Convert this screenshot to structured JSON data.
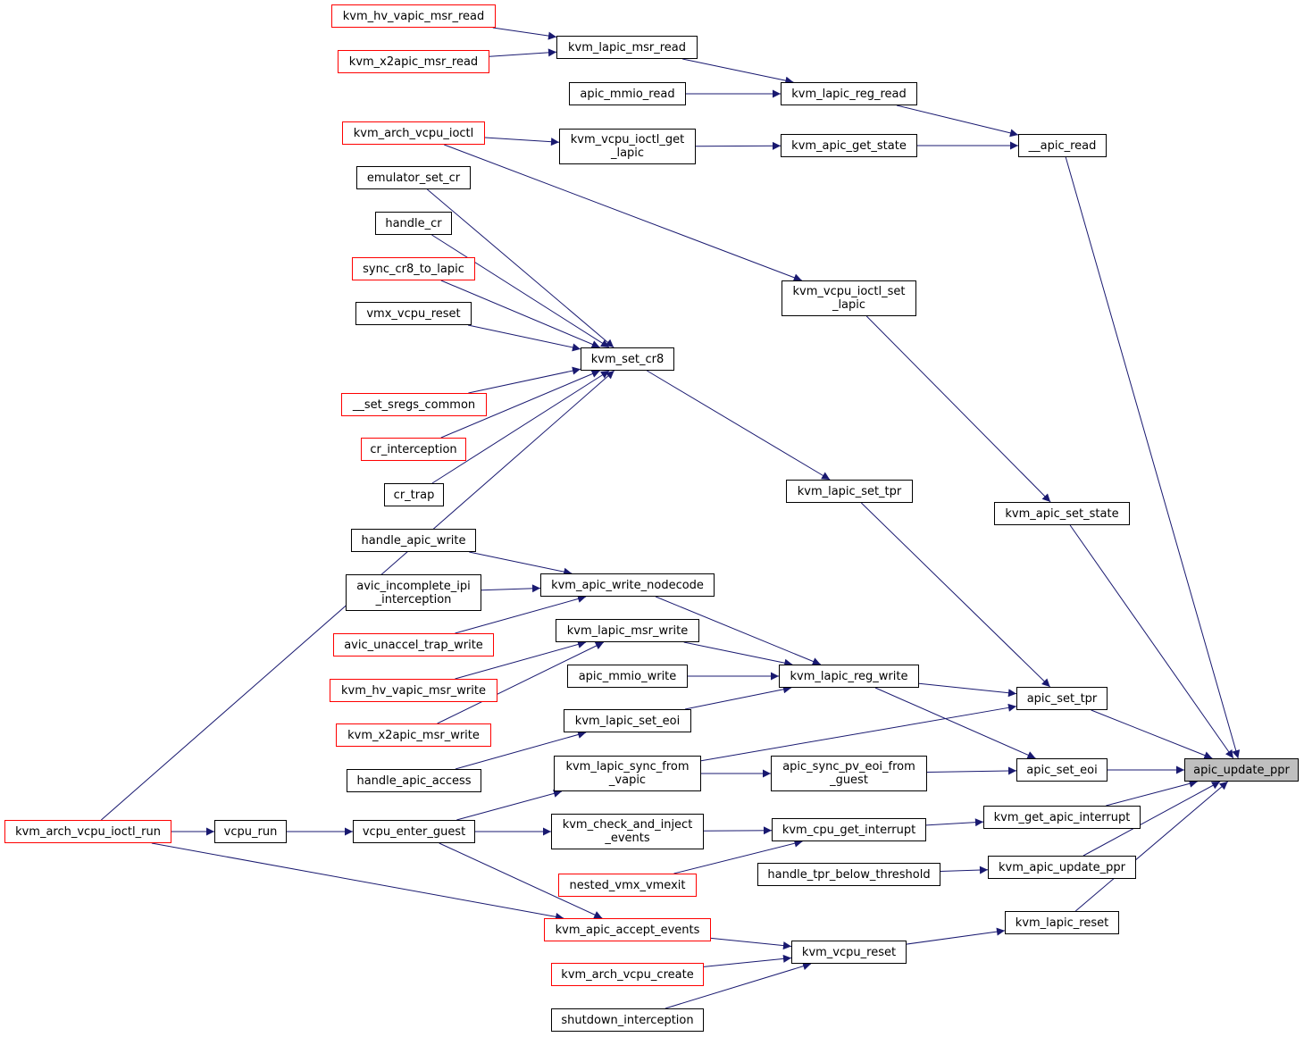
{
  "colors": {
    "edge": "#191970",
    "border": "#000000",
    "border_truncated": "#ff0000",
    "focus_fill": "#bfbfbf"
  },
  "focus_node": "apic_update_ppr",
  "nodes": {
    "n_hv_vapic_msr_read": {
      "label": "kvm_hv_vapic_msr_read",
      "truncated": true
    },
    "n_x2apic_msr_read": {
      "label": "kvm_x2apic_msr_read",
      "truncated": true
    },
    "n_lapic_msr_read": {
      "label": "kvm_lapic_msr_read",
      "truncated": false
    },
    "n_apic_mmio_read": {
      "label": "apic_mmio_read",
      "truncated": false
    },
    "n_lapic_reg_read": {
      "label": "kvm_lapic_reg_read",
      "truncated": false
    },
    "n_arch_vcpu_ioctl": {
      "label": "kvm_arch_vcpu_ioctl",
      "truncated": true
    },
    "n_vcpu_ioctl_get_lapic": {
      "label": "kvm_vcpu_ioctl_get\n_lapic",
      "truncated": false
    },
    "n_apic_get_state": {
      "label": "kvm_apic_get_state",
      "truncated": false
    },
    "n_apic_read": {
      "label": "__apic_read",
      "truncated": false
    },
    "n_emulator_set_cr": {
      "label": "emulator_set_cr",
      "truncated": false
    },
    "n_handle_cr": {
      "label": "handle_cr",
      "truncated": false
    },
    "n_sync_cr8": {
      "label": "sync_cr8_to_lapic",
      "truncated": true
    },
    "n_vmx_vcpu_reset": {
      "label": "vmx_vcpu_reset",
      "truncated": false
    },
    "n_kvm_set_cr8": {
      "label": "kvm_set_cr8",
      "truncated": false
    },
    "n_set_sregs_common": {
      "label": "__set_sregs_common",
      "truncated": true
    },
    "n_cr_interception": {
      "label": "cr_interception",
      "truncated": true
    },
    "n_cr_trap": {
      "label": "cr_trap",
      "truncated": false
    },
    "n_vcpu_ioctl_set_lapic": {
      "label": "kvm_vcpu_ioctl_set\n_lapic",
      "truncated": false
    },
    "n_lapic_set_tpr": {
      "label": "kvm_lapic_set_tpr",
      "truncated": false
    },
    "n_apic_set_state": {
      "label": "kvm_apic_set_state",
      "truncated": false
    },
    "n_handle_apic_write": {
      "label": "handle_apic_write",
      "truncated": false
    },
    "n_avic_incomplete_ipi": {
      "label": "avic_incomplete_ipi\n_interception",
      "truncated": false
    },
    "n_apic_write_nodecode": {
      "label": "kvm_apic_write_nodecode",
      "truncated": false
    },
    "n_avic_unaccel_trap_write": {
      "label": "avic_unaccel_trap_write",
      "truncated": true
    },
    "n_lapic_msr_write": {
      "label": "kvm_lapic_msr_write",
      "truncated": false
    },
    "n_hv_vapic_msr_write": {
      "label": "kvm_hv_vapic_msr_write",
      "truncated": true
    },
    "n_apic_mmio_write": {
      "label": "apic_mmio_write",
      "truncated": false
    },
    "n_lapic_reg_write": {
      "label": "kvm_lapic_reg_write",
      "truncated": false
    },
    "n_apic_set_tpr": {
      "label": "apic_set_tpr",
      "truncated": false
    },
    "n_x2apic_msr_write": {
      "label": "kvm_x2apic_msr_write",
      "truncated": true
    },
    "n_lapic_set_eoi": {
      "label": "kvm_lapic_set_eoi",
      "truncated": false
    },
    "n_handle_apic_access": {
      "label": "handle_apic_access",
      "truncated": false
    },
    "n_lapic_sync_from_vapic": {
      "label": "kvm_lapic_sync_from\n_vapic",
      "truncated": false
    },
    "n_apic_sync_pv_eoi": {
      "label": "apic_sync_pv_eoi_from\n_guest",
      "truncated": false
    },
    "n_apic_set_eoi": {
      "label": "apic_set_eoi",
      "truncated": false
    },
    "n_apic_update_ppr": {
      "label": "apic_update_ppr",
      "truncated": false
    },
    "n_get_apic_interrupt": {
      "label": "kvm_get_apic_interrupt",
      "truncated": false
    },
    "n_arch_vcpu_ioctl_run": {
      "label": "kvm_arch_vcpu_ioctl_run",
      "truncated": true
    },
    "n_vcpu_run": {
      "label": "vcpu_run",
      "truncated": false
    },
    "n_vcpu_enter_guest": {
      "label": "vcpu_enter_guest",
      "truncated": false
    },
    "n_check_and_inject_events": {
      "label": "kvm_check_and_inject\n_events",
      "truncated": false
    },
    "n_cpu_get_interrupt": {
      "label": "kvm_cpu_get_interrupt",
      "truncated": false
    },
    "n_nested_vmx_vmexit": {
      "label": "nested_vmx_vmexit",
      "truncated": true
    },
    "n_handle_tpr_below": {
      "label": "handle_tpr_below_threshold",
      "truncated": false
    },
    "n_kvm_apic_update_ppr": {
      "label": "kvm_apic_update_ppr",
      "truncated": false
    },
    "n_apic_accept_events": {
      "label": "kvm_apic_accept_events",
      "truncated": true
    },
    "n_lapic_reset": {
      "label": "kvm_lapic_reset",
      "truncated": false
    },
    "n_vcpu_reset": {
      "label": "kvm_vcpu_reset",
      "truncated": false
    },
    "n_arch_vcpu_create": {
      "label": "kvm_arch_vcpu_create",
      "truncated": true
    },
    "n_shutdown_interception": {
      "label": "shutdown_interception",
      "truncated": false
    }
  },
  "edges": [
    [
      "n_hv_vapic_msr_read",
      "n_lapic_msr_read"
    ],
    [
      "n_x2apic_msr_read",
      "n_lapic_msr_read"
    ],
    [
      "n_lapic_msr_read",
      "n_lapic_reg_read"
    ],
    [
      "n_apic_mmio_read",
      "n_lapic_reg_read"
    ],
    [
      "n_lapic_reg_read",
      "n_apic_read"
    ],
    [
      "n_arch_vcpu_ioctl",
      "n_vcpu_ioctl_get_lapic"
    ],
    [
      "n_arch_vcpu_ioctl",
      "n_vcpu_ioctl_set_lapic"
    ],
    [
      "n_vcpu_ioctl_get_lapic",
      "n_apic_get_state"
    ],
    [
      "n_apic_get_state",
      "n_apic_read"
    ],
    [
      "n_apic_read",
      "n_apic_update_ppr"
    ],
    [
      "n_emulator_set_cr",
      "n_kvm_set_cr8"
    ],
    [
      "n_handle_cr",
      "n_kvm_set_cr8"
    ],
    [
      "n_sync_cr8",
      "n_kvm_set_cr8"
    ],
    [
      "n_vmx_vcpu_reset",
      "n_kvm_set_cr8"
    ],
    [
      "n_arch_vcpu_ioctl_run",
      "n_kvm_set_cr8"
    ],
    [
      "n_set_sregs_common",
      "n_kvm_set_cr8"
    ],
    [
      "n_cr_interception",
      "n_kvm_set_cr8"
    ],
    [
      "n_cr_trap",
      "n_kvm_set_cr8"
    ],
    [
      "n_kvm_set_cr8",
      "n_lapic_set_tpr"
    ],
    [
      "n_vcpu_ioctl_set_lapic",
      "n_apic_set_state"
    ],
    [
      "n_lapic_set_tpr",
      "n_apic_set_tpr"
    ],
    [
      "n_apic_set_state",
      "n_apic_update_ppr"
    ],
    [
      "n_handle_apic_write",
      "n_apic_write_nodecode"
    ],
    [
      "n_avic_incomplete_ipi",
      "n_apic_write_nodecode"
    ],
    [
      "n_avic_unaccel_trap_write",
      "n_apic_write_nodecode"
    ],
    [
      "n_apic_write_nodecode",
      "n_lapic_reg_write"
    ],
    [
      "n_hv_vapic_msr_write",
      "n_lapic_msr_write"
    ],
    [
      "n_x2apic_msr_write",
      "n_lapic_msr_write"
    ],
    [
      "n_lapic_msr_write",
      "n_lapic_reg_write"
    ],
    [
      "n_apic_mmio_write",
      "n_lapic_reg_write"
    ],
    [
      "n_lapic_set_eoi",
      "n_lapic_reg_write"
    ],
    [
      "n_lapic_reg_write",
      "n_apic_set_tpr"
    ],
    [
      "n_lapic_reg_write",
      "n_apic_set_eoi"
    ],
    [
      "n_handle_apic_access",
      "n_lapic_set_eoi"
    ],
    [
      "n_lapic_sync_from_vapic",
      "n_apic_set_tpr"
    ],
    [
      "n_lapic_sync_from_vapic",
      "n_apic_sync_pv_eoi"
    ],
    [
      "n_apic_sync_pv_eoi",
      "n_apic_set_eoi"
    ],
    [
      "n_apic_set_tpr",
      "n_apic_update_ppr"
    ],
    [
      "n_apic_set_eoi",
      "n_apic_update_ppr"
    ],
    [
      "n_get_apic_interrupt",
      "n_apic_update_ppr"
    ],
    [
      "n_kvm_apic_update_ppr",
      "n_apic_update_ppr"
    ],
    [
      "n_lapic_reset",
      "n_apic_update_ppr"
    ],
    [
      "n_arch_vcpu_ioctl_run",
      "n_vcpu_run"
    ],
    [
      "n_arch_vcpu_ioctl_run",
      "n_apic_accept_events"
    ],
    [
      "n_vcpu_run",
      "n_vcpu_enter_guest"
    ],
    [
      "n_vcpu_enter_guest",
      "n_lapic_sync_from_vapic"
    ],
    [
      "n_vcpu_enter_guest",
      "n_check_and_inject_events"
    ],
    [
      "n_vcpu_enter_guest",
      "n_apic_accept_events"
    ],
    [
      "n_check_and_inject_events",
      "n_cpu_get_interrupt"
    ],
    [
      "n_nested_vmx_vmexit",
      "n_cpu_get_interrupt"
    ],
    [
      "n_cpu_get_interrupt",
      "n_get_apic_interrupt"
    ],
    [
      "n_handle_tpr_below",
      "n_kvm_apic_update_ppr"
    ],
    [
      "n_apic_accept_events",
      "n_vcpu_reset"
    ],
    [
      "n_arch_vcpu_create",
      "n_vcpu_reset"
    ],
    [
      "n_shutdown_interception",
      "n_vcpu_reset"
    ],
    [
      "n_vcpu_reset",
      "n_lapic_reset"
    ]
  ]
}
